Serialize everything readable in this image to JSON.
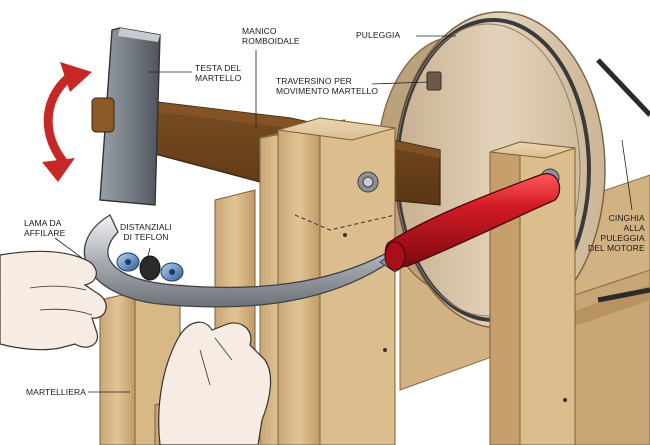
{
  "labels": {
    "testa": [
      "TESTA DEL",
      "MARTELLO"
    ],
    "manico": [
      "MANICO",
      "ROMBOIDALE"
    ],
    "puleggia": [
      "PULEGGIA"
    ],
    "traversino": [
      "TRAVERSINO PER",
      "MOVIMENTO MARTELLO"
    ],
    "lama": [
      "LAMA DA",
      "AFFILARE"
    ],
    "distanziali": [
      "DISTANZIALI",
      "DI TEFLON"
    ],
    "cinghia": [
      "CINGHIA",
      "ALLA",
      "PULEGGIA",
      "DEL MOTORE"
    ],
    "martelliera": [
      "MARTELLIERA"
    ]
  },
  "colors": {
    "wood": "#d9b98a",
    "wood_dark": "#b89566",
    "handle_red": "#c0141e",
    "arrow_red": "#c62828",
    "pulley": "#d8c3a8",
    "metal": "#b9bcc0",
    "skin": "#f7ece4"
  }
}
